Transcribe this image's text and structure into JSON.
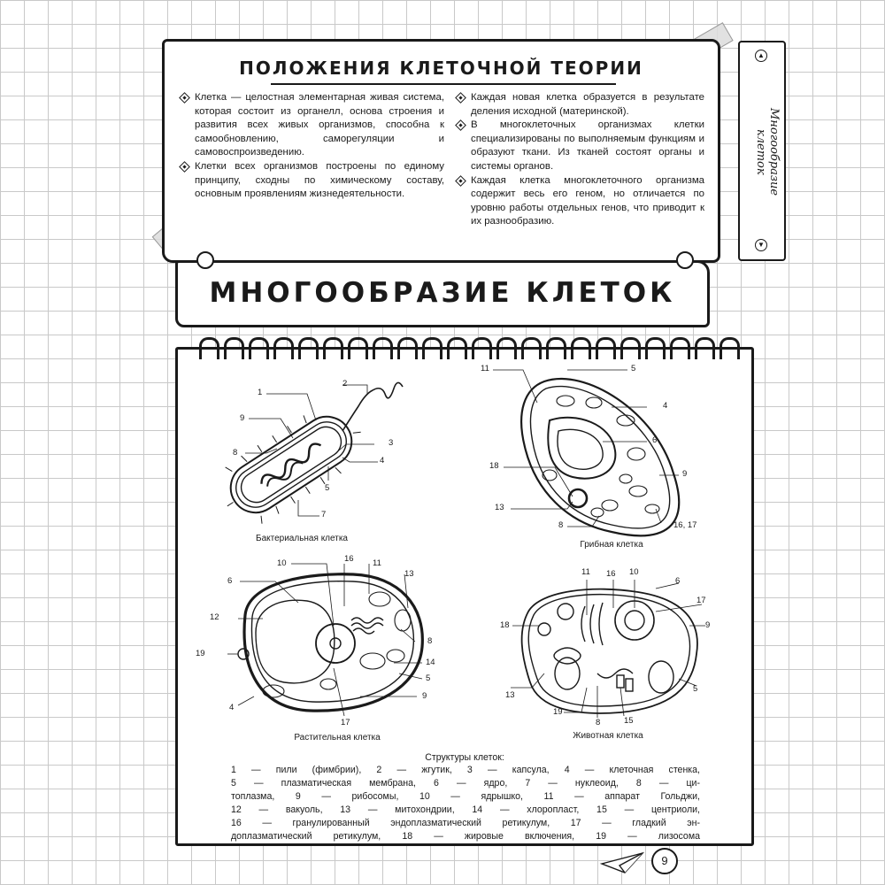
{
  "theory": {
    "title": "ПОЛОЖЕНИЯ КЛЕТОЧНОЙ ТЕОРИИ",
    "left_bullets": [
      "Клетка — целостная элементарная живая система, которая состоит из органелл, основа строения и развития всех живых организмов, способна к самообновлению, саморегуляции и самовоспроизведению.",
      "Клетки всех организмов построены по единому принципу, сходны по химическому составу, основным проявлениям жизнедеятельности."
    ],
    "right_bullets": [
      "Каждая новая клетка образуется в результате деления исходной (материнской).",
      "В многоклеточных организмах клетки специализированы по выполняемым функциям и образуют ткани. Из тканей состоят органы и системы органов.",
      "Каждая клетка многоклеточного организма содержит весь его геном, но отличается по уровню работы отдельных генов, что приводит к их разнообразию."
    ]
  },
  "side_tab": {
    "label": "Многообразие клеток"
  },
  "banner": {
    "title": "МНОГООБРАЗИЕ КЛЕТОК"
  },
  "cells": {
    "bacterial": {
      "caption": "Бактериальная клетка",
      "numbers": [
        "1",
        "2",
        "9",
        "3",
        "8",
        "4",
        "5",
        "7"
      ]
    },
    "fungal": {
      "caption": "Грибная клетка",
      "numbers": [
        "11",
        "5",
        "4",
        "6",
        "18",
        "9",
        "13",
        "16, 17",
        "8"
      ]
    },
    "plant": {
      "caption": "Растительная клетка",
      "numbers": [
        "10",
        "16",
        "11",
        "6",
        "13",
        "12",
        "8",
        "19",
        "14",
        "5",
        "9",
        "4",
        "17"
      ]
    },
    "animal": {
      "caption": "Животная клетка",
      "numbers": [
        "11",
        "16",
        "10",
        "6",
        "17",
        "18",
        "9",
        "13",
        "5",
        "19",
        "8",
        "15"
      ]
    }
  },
  "legend": {
    "title": "Структуры клеток:",
    "lines": [
      "1 — пили (фимбрии), 2 — жгутик, 3 — капсула, 4 — клеточная стенка,",
      "5 — плазматическая мембрана, 6 — ядро, 7 — нуклеоид, 8 — ци-",
      "топлазма, 9 — рибосомы, 10 — ядрышко, 11 — аппарат Гольджи,",
      "12 — вакуоль, 13 — митохондрии, 14 — хлоропласт, 15 — центриоли,",
      "16 — гранулированный эндоплазматический ретикулум, 17 — гладкий эн-",
      "доплазматический ретикулум, 18 — жировые включения, 19 — лизосома"
    ]
  },
  "page": {
    "number": "9"
  }
}
